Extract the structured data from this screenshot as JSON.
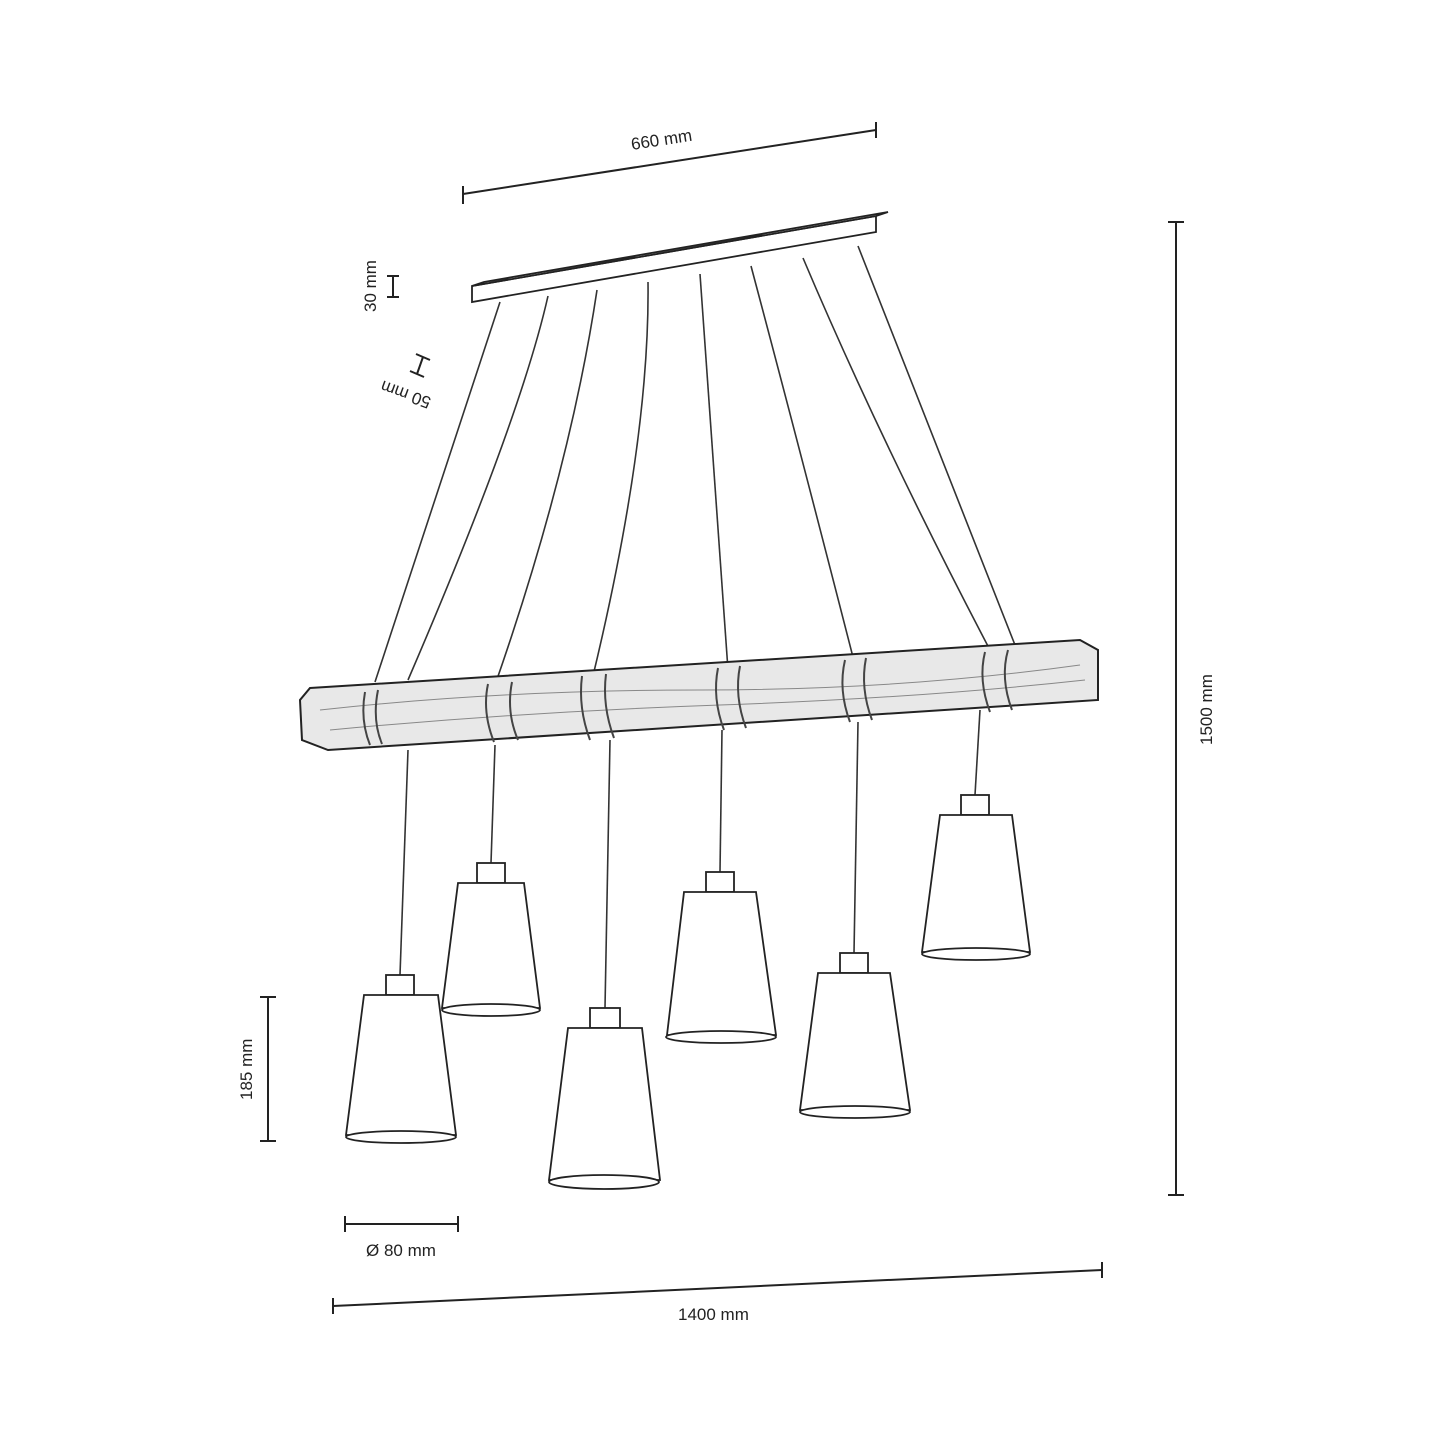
{
  "dimensions": {
    "canopy_length": "660 mm",
    "canopy_height": "30 mm",
    "canopy_width": "50 mm",
    "total_height": "1500 mm",
    "shade_height": "185 mm",
    "shade_diameter": "Ø 80 mm",
    "total_length": "1400 mm"
  }
}
